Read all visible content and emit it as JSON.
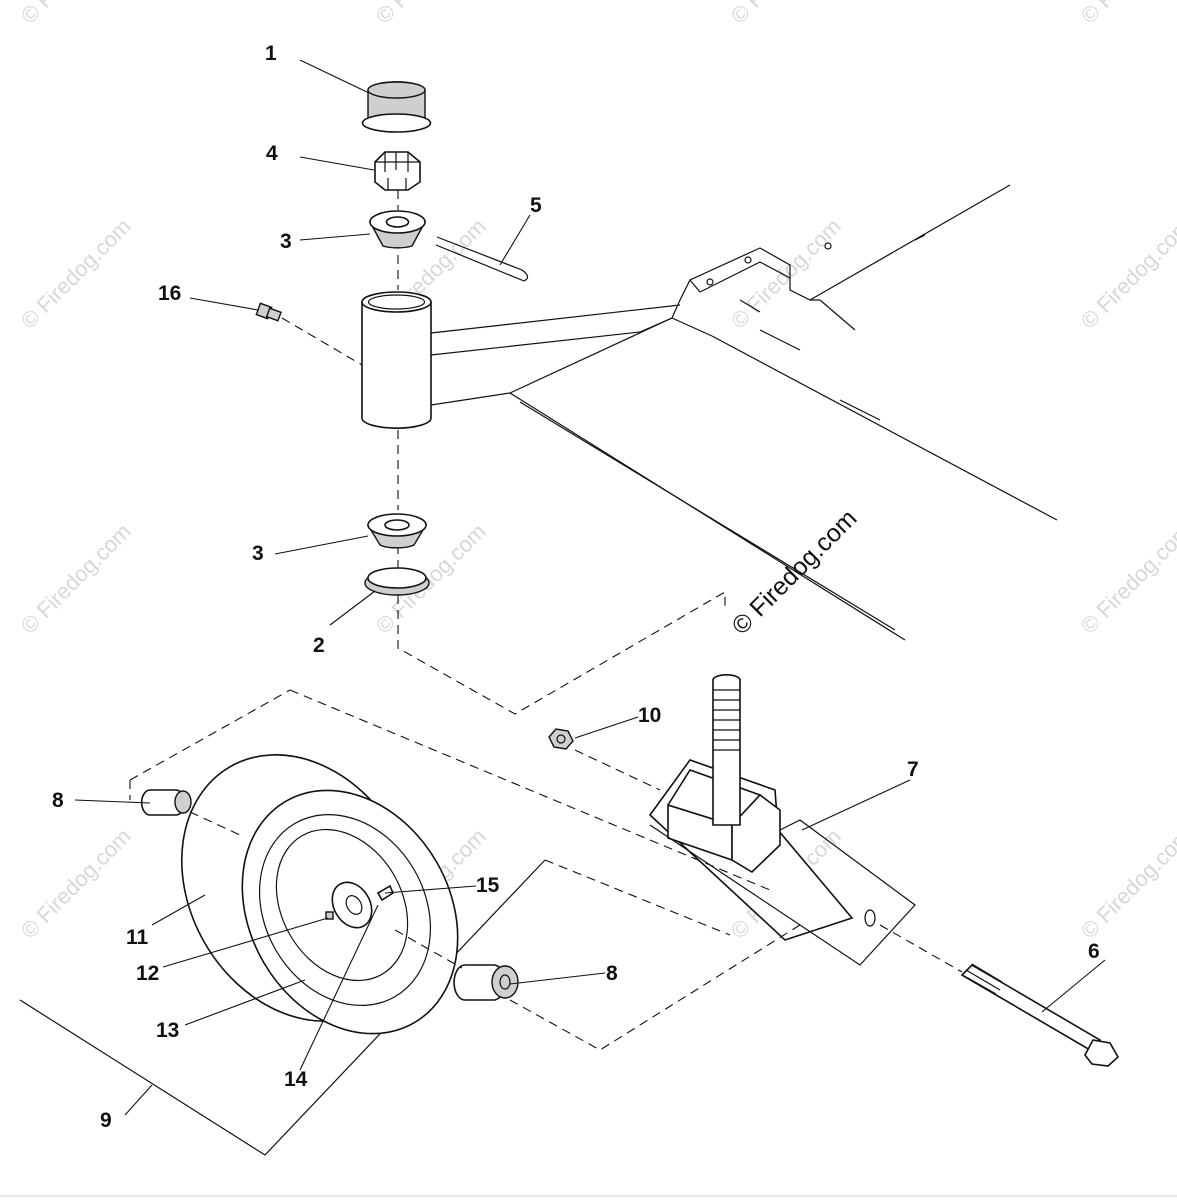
{
  "diagram": {
    "watermark_text": "© Firedog.com",
    "callouts": [
      {
        "id": "1",
        "label": "1"
      },
      {
        "id": "4",
        "label": "4"
      },
      {
        "id": "5",
        "label": "5"
      },
      {
        "id": "3a",
        "label": "3"
      },
      {
        "id": "16",
        "label": "16"
      },
      {
        "id": "3b",
        "label": "3"
      },
      {
        "id": "2",
        "label": "2"
      },
      {
        "id": "10",
        "label": "10"
      },
      {
        "id": "7",
        "label": "7"
      },
      {
        "id": "8a",
        "label": "8"
      },
      {
        "id": "15",
        "label": "15"
      },
      {
        "id": "11",
        "label": "11"
      },
      {
        "id": "12",
        "label": "12"
      },
      {
        "id": "6",
        "label": "6"
      },
      {
        "id": "8b",
        "label": "8"
      },
      {
        "id": "13",
        "label": "13"
      },
      {
        "id": "14",
        "label": "14"
      },
      {
        "id": "9",
        "label": "9"
      }
    ]
  }
}
